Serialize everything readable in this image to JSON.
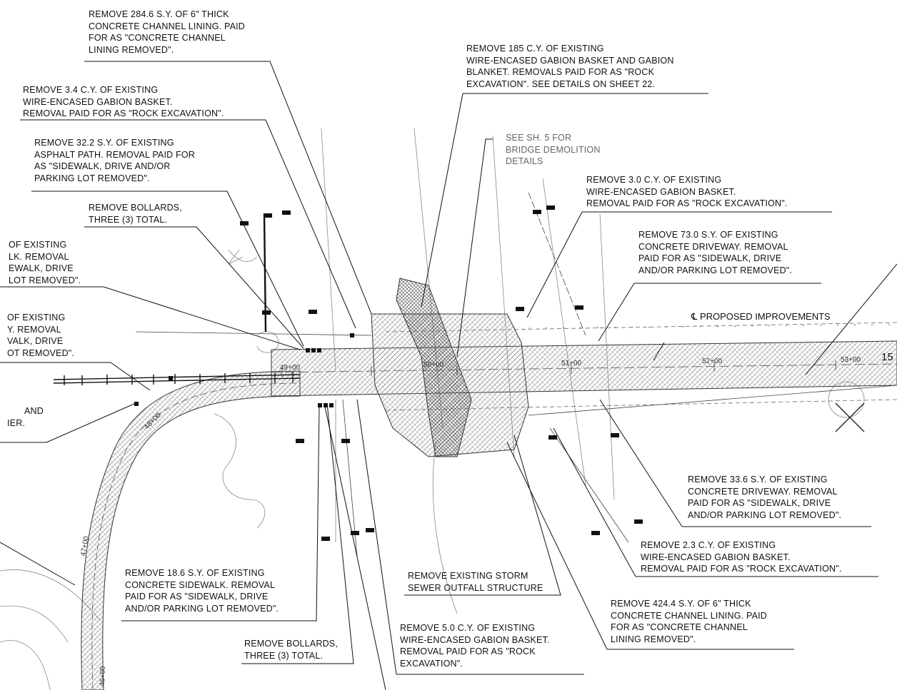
{
  "notes": {
    "n1": [
      "REMOVE 284.6 S.Y. OF 6\" THICK",
      "CONCRETE CHANNEL LINING. PAID",
      "FOR AS \"CONCRETE CHANNEL",
      "LINING REMOVED\"."
    ],
    "n2": [
      "REMOVE 3.4 C.Y. OF EXISTING",
      "WIRE-ENCASED GABION BASKET.",
      "REMOVAL PAID FOR AS \"ROCK EXCAVATION\"."
    ],
    "n3": [
      "REMOVE 32.2 S.Y. OF EXISTING",
      "ASPHALT PATH. REMOVAL PAID FOR",
      "AS \"SIDEWALK, DRIVE AND/OR",
      "PARKING LOT REMOVED\"."
    ],
    "n4": [
      "REMOVE BOLLARDS,",
      "THREE (3) TOTAL."
    ],
    "n5": [
      "OF EXISTING",
      "LK. REMOVAL",
      "EWALK, DRIVE",
      "LOT REMOVED\"."
    ],
    "n6": [
      "OF EXISTING",
      "Y. REMOVAL",
      "VALK, DRIVE",
      "OT REMOVED\"."
    ],
    "n7": [
      "AND",
      "IER."
    ],
    "n8": [
      "REMOVE 185 C.Y. OF EXISTING",
      "WIRE-ENCASED GABION BASKET AND GABION",
      "BLANKET. REMOVALS PAID FOR AS \"ROCK",
      "EXCAVATION\". SEE DETAILS ON SHEET 22."
    ],
    "n9": [
      "SEE SH. 5 FOR",
      "BRIDGE DEMOLITION",
      "DETAILS"
    ],
    "n10": [
      "REMOVE 3.0 C.Y. OF EXISTING",
      "WIRE-ENCASED GABION BASKET.",
      "REMOVAL PAID FOR AS \"ROCK EXCAVATION\"."
    ],
    "n11": [
      "REMOVE 73.0 S.Y. OF EXISTING",
      "CONCRETE DRIVEWAY. REMOVAL",
      "PAID FOR AS \"SIDEWALK, DRIVE",
      "AND/OR PARKING LOT REMOVED\"."
    ],
    "n12": [
      "REMOVE 33.6 S.Y. OF EXISTING",
      "CONCRETE DRIVEWAY. REMOVAL",
      "PAID FOR AS \"SIDEWALK, DRIVE",
      "AND/OR PARKING LOT REMOVED\"."
    ],
    "n13": [
      "REMOVE 2.3 C.Y. OF EXISTING",
      "WIRE-ENCASED GABION BASKET.",
      "REMOVAL PAID FOR AS \"ROCK EXCAVATION\"."
    ],
    "n14": [
      "REMOVE 424.4 S.Y. OF 6\" THICK",
      "CONCRETE CHANNEL LINING. PAID",
      "FOR AS \"CONCRETE CHANNEL",
      "LINING REMOVED\"."
    ],
    "n15": [
      "REMOVE 18.6 S.Y. OF EXISTING",
      "CONCRETE SIDEWALK. REMOVAL",
      "PAID FOR AS \"SIDEWALK, DRIVE",
      "AND/OR PARKING LOT REMOVED\"."
    ],
    "n16": [
      "REMOVE EXISTING STORM",
      "SEWER OUTFALL STRUCTURE"
    ],
    "n17": [
      "REMOVE 5.0 C.Y. OF EXISTING",
      "WIRE-ENCASED GABION BASKET.",
      "REMOVAL PAID FOR AS \"ROCK",
      "EXCAVATION\"."
    ],
    "n18": [
      "REMOVE BOLLARDS,",
      "THREE (3) TOTAL."
    ]
  },
  "labels": {
    "centerline": "℄ PROPOSED IMPROVEMENTS",
    "station_49": "49+00",
    "station_50": "50+00",
    "station_51": "51+00",
    "station_52": "52+00",
    "station_53": "53+00",
    "station_48": "48+00",
    "station_47": "47+00",
    "station_46": "46+00",
    "edge_15": "15"
  }
}
